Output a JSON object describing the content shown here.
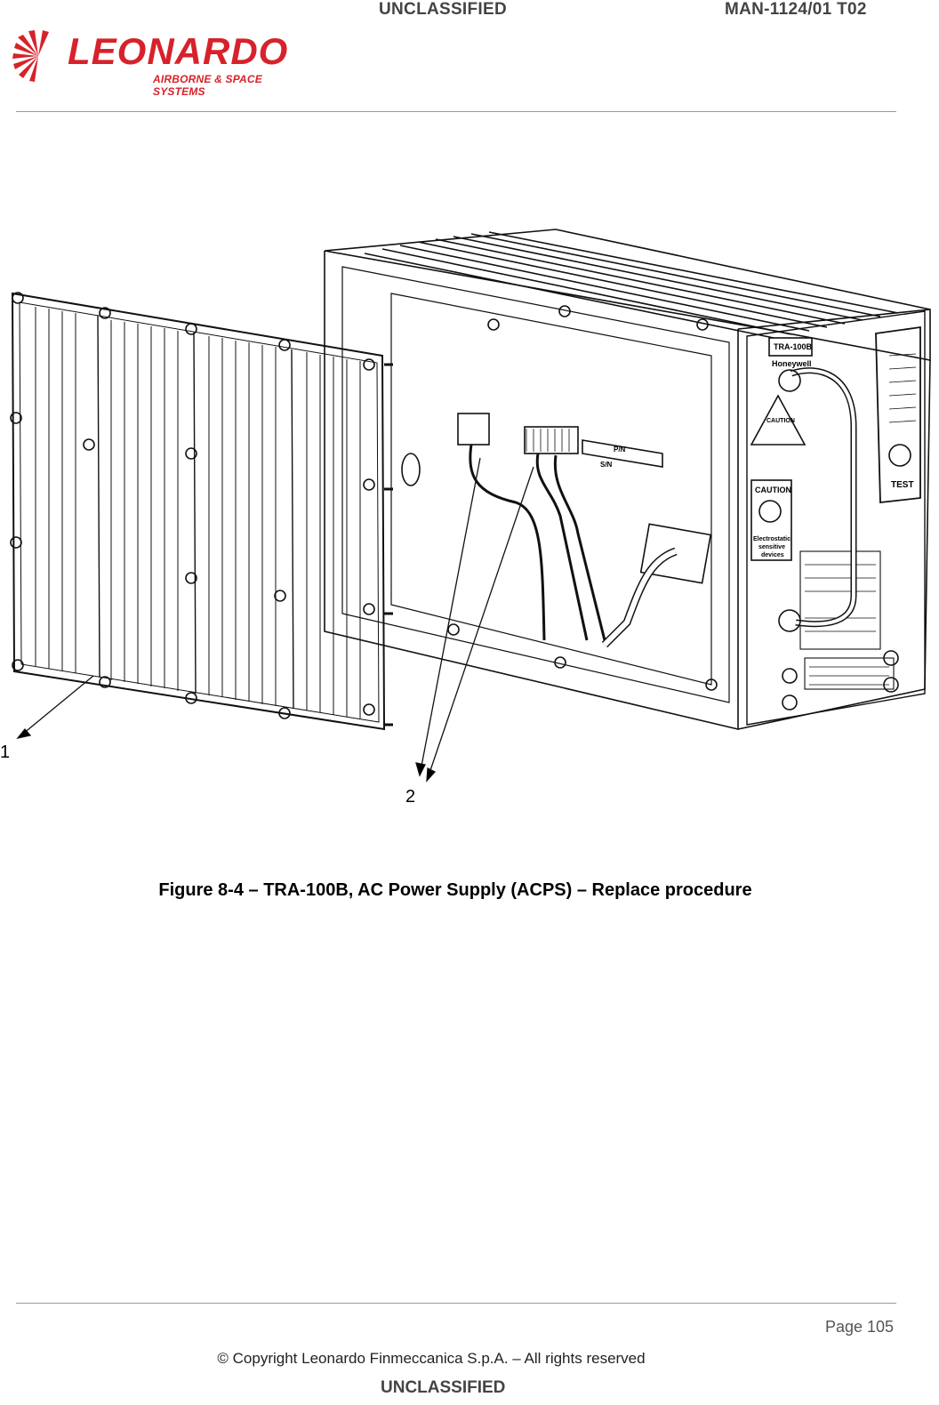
{
  "header": {
    "classification": "UNCLASSIFIED",
    "doc_id": "MAN-1124/01 T02",
    "logo_name": "LEONARDO",
    "logo_subtitle": "AIRBORNE & SPACE SYSTEMS"
  },
  "figure": {
    "callouts": [
      "1",
      "2"
    ],
    "caption": "Figure 8-4 – TRA-100B, AC Power Supply (ACPS) – Replace procedure",
    "panel_labels": {
      "model": "TRA-100B",
      "brand": "Honeywell",
      "caution": "CAUTION",
      "esd_1": "Electrostatic",
      "esd_2": "sensitive",
      "esd_3": "devices",
      "test": "TEST",
      "pn": "P/N",
      "sn": "S/N"
    }
  },
  "footer": {
    "page": "Page 105",
    "copyright": "© Copyright Leonardo Finmeccanica S.p.A.  – All rights reserved",
    "classification": "UNCLASSIFIED"
  },
  "colors": {
    "brand_red": "#d7222b",
    "rule": "#9a9a9a"
  }
}
